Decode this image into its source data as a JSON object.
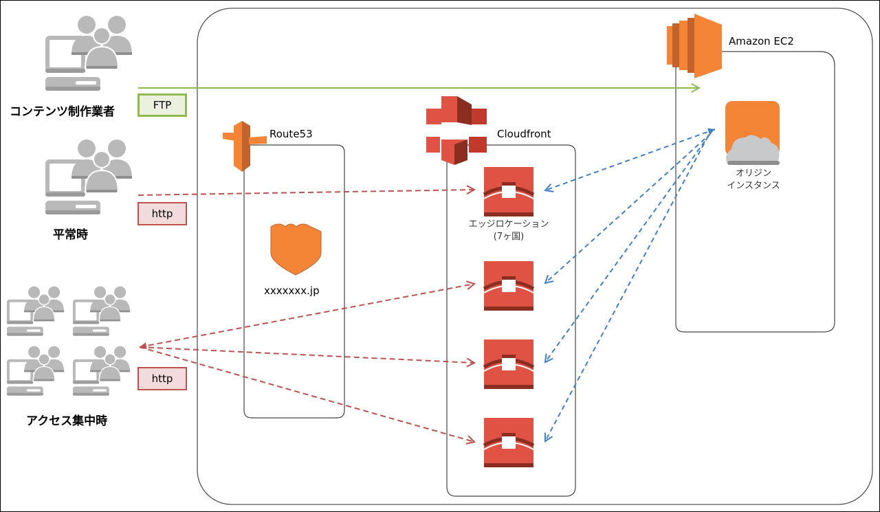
{
  "users": [
    {
      "id": "content-creator",
      "label": "コンテンツ制作業者"
    },
    {
      "id": "normal",
      "label": "平常時"
    },
    {
      "id": "peak",
      "label": "アクセス集中時"
    }
  ],
  "protocols": {
    "ftp": "FTP",
    "http_normal": "http",
    "http_peak": "http"
  },
  "services": {
    "route53": {
      "label": "Route53",
      "domain": "xxxxxxx.jp"
    },
    "cloudfront": {
      "label": "Cloudfront",
      "edge_label_line1": "エッジロケーション",
      "edge_label_line2": "(7ヶ国)",
      "edge_count": 4
    },
    "ec2": {
      "label": "Amazon EC2",
      "origin_line1": "オリジン",
      "origin_line2": "インスタンス"
    }
  },
  "colors": {
    "aws_orange": "#f58536",
    "cloudfront_red": "#e05243",
    "ftp_green": "#8dbb4f",
    "http_red": "#c0504d",
    "origin_blue": "#3f7fc8",
    "user_gray": "#b5b5b5"
  }
}
